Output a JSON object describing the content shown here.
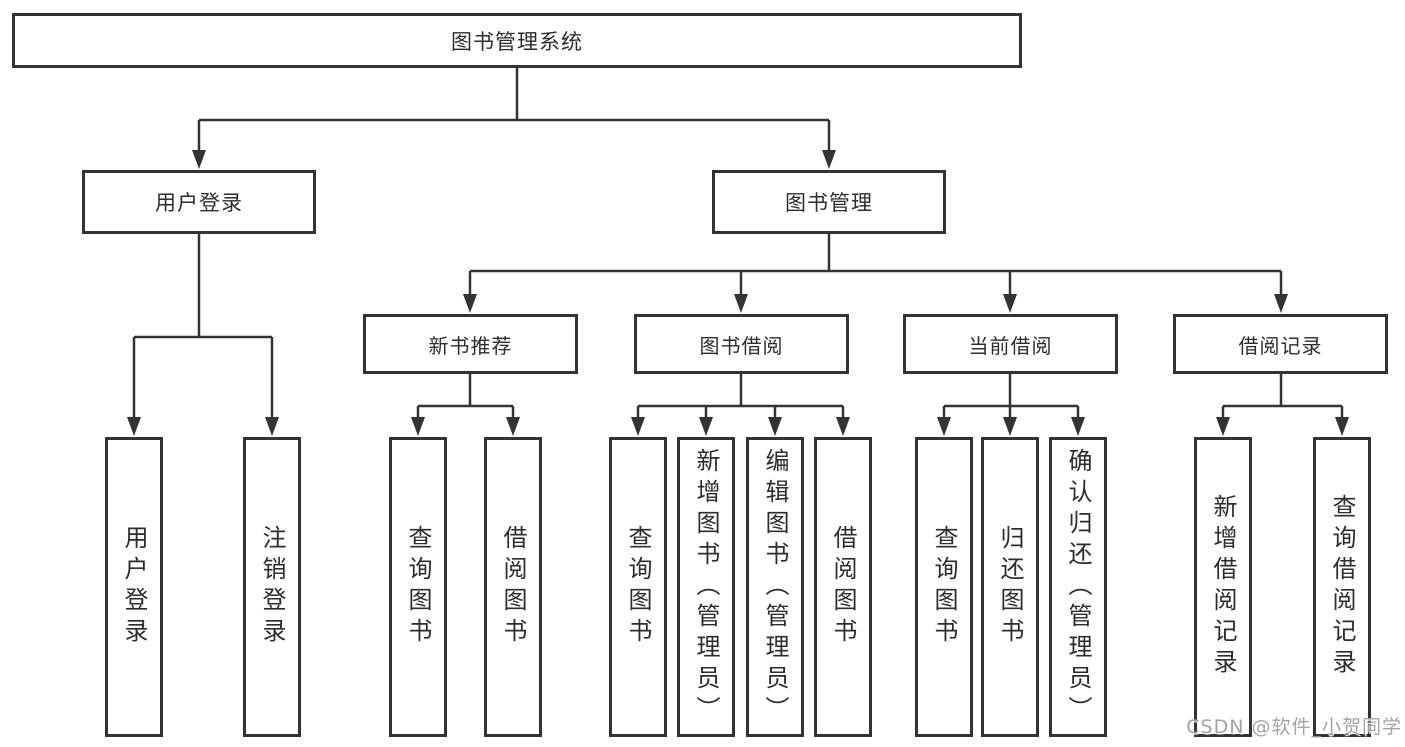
{
  "tree": {
    "root": {
      "label": "图书管理系统",
      "children": [
        {
          "label": "用户登录",
          "children": [
            {
              "label": "用户登录"
            },
            {
              "label": "注销登录"
            }
          ]
        },
        {
          "label": "图书管理",
          "children": [
            {
              "label": "新书推荐",
              "children": [
                {
                  "label": "查询图书"
                },
                {
                  "label": "借阅图书"
                }
              ]
            },
            {
              "label": "图书借阅",
              "children": [
                {
                  "label": "查询图书"
                },
                {
                  "label": "新增图书（管理员）"
                },
                {
                  "label": "编辑图书（管理员）"
                },
                {
                  "label": "借阅图书"
                }
              ]
            },
            {
              "label": "当前借阅",
              "children": [
                {
                  "label": "查询图书"
                },
                {
                  "label": "归还图书"
                },
                {
                  "label": "确认归还（管理员）"
                }
              ]
            },
            {
              "label": "借阅记录",
              "children": [
                {
                  "label": "新增借阅记录"
                },
                {
                  "label": "查询借阅记录"
                }
              ]
            }
          ]
        }
      ]
    }
  },
  "watermark": "CSDN @软件_小贺同学",
  "colors": {
    "line": "#333333",
    "box_border": "#333333",
    "box_fill": "#ffffff",
    "text": "#2d2d2d",
    "background": "#ffffff",
    "watermark": "#a3a3a3"
  }
}
